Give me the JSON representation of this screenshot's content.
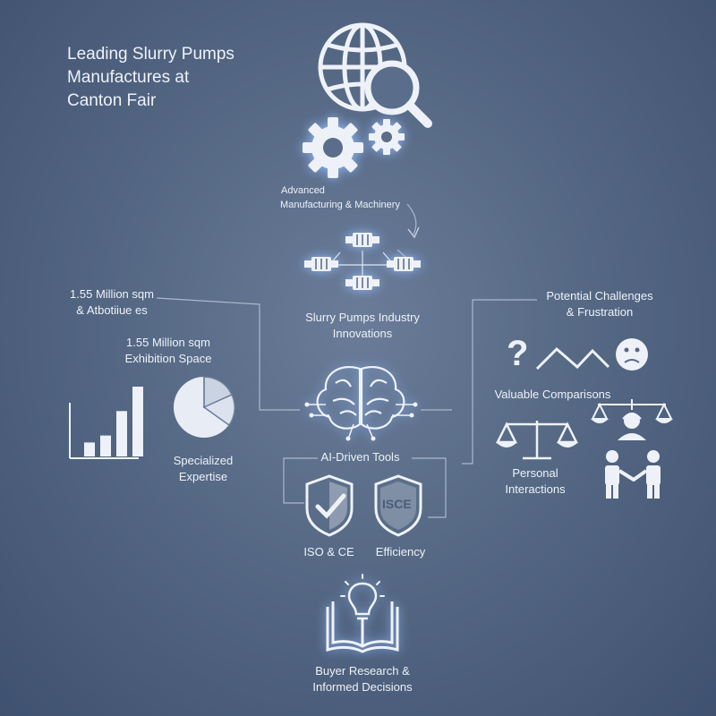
{
  "title": {
    "line1": "Leading Slurry Pumps",
    "line2": "Manufactures at",
    "line3": "Canton Fair"
  },
  "nodes": {
    "advanced_manufacturing": {
      "line1": "Advanced",
      "line2": "Manufacturing & Machinery"
    },
    "slurry_innovations": {
      "line1": "Slurry Pumps Industry",
      "line2": "Innovations"
    },
    "area_top": {
      "line1": "1.55 Million sqm",
      "line2": "& Atbotiiue es"
    },
    "exhibition_space": {
      "line1": "1.55 Million sqm",
      "line2": "Exhibition Space"
    },
    "specialized_expertise": {
      "line1": "Specialized",
      "line2": "Expertise"
    },
    "ai_tools": {
      "label": "AI-Driven Tools"
    },
    "iso_ce": {
      "label": "ISO & CE"
    },
    "efficiency": {
      "label": "Efficiency"
    },
    "shield_badge": {
      "label": "ISCE"
    },
    "challenges": {
      "line1": "Potential Challenges",
      "line2": "& Frustration"
    },
    "comparisons": {
      "label": "Valuable Comparisons"
    },
    "personal": {
      "line1": "Personal",
      "line2": "Interactions"
    },
    "buyer_research": {
      "line1": "Buyer Research &",
      "line2": "Informed Decisions"
    }
  },
  "bar_icon_levels": [
    0.2,
    0.3,
    0.65,
    1.0
  ],
  "colors": {
    "line": "#c9d3e2",
    "icon": "#eef2f8",
    "glow": "#9cc2ff",
    "background": "#556884"
  }
}
